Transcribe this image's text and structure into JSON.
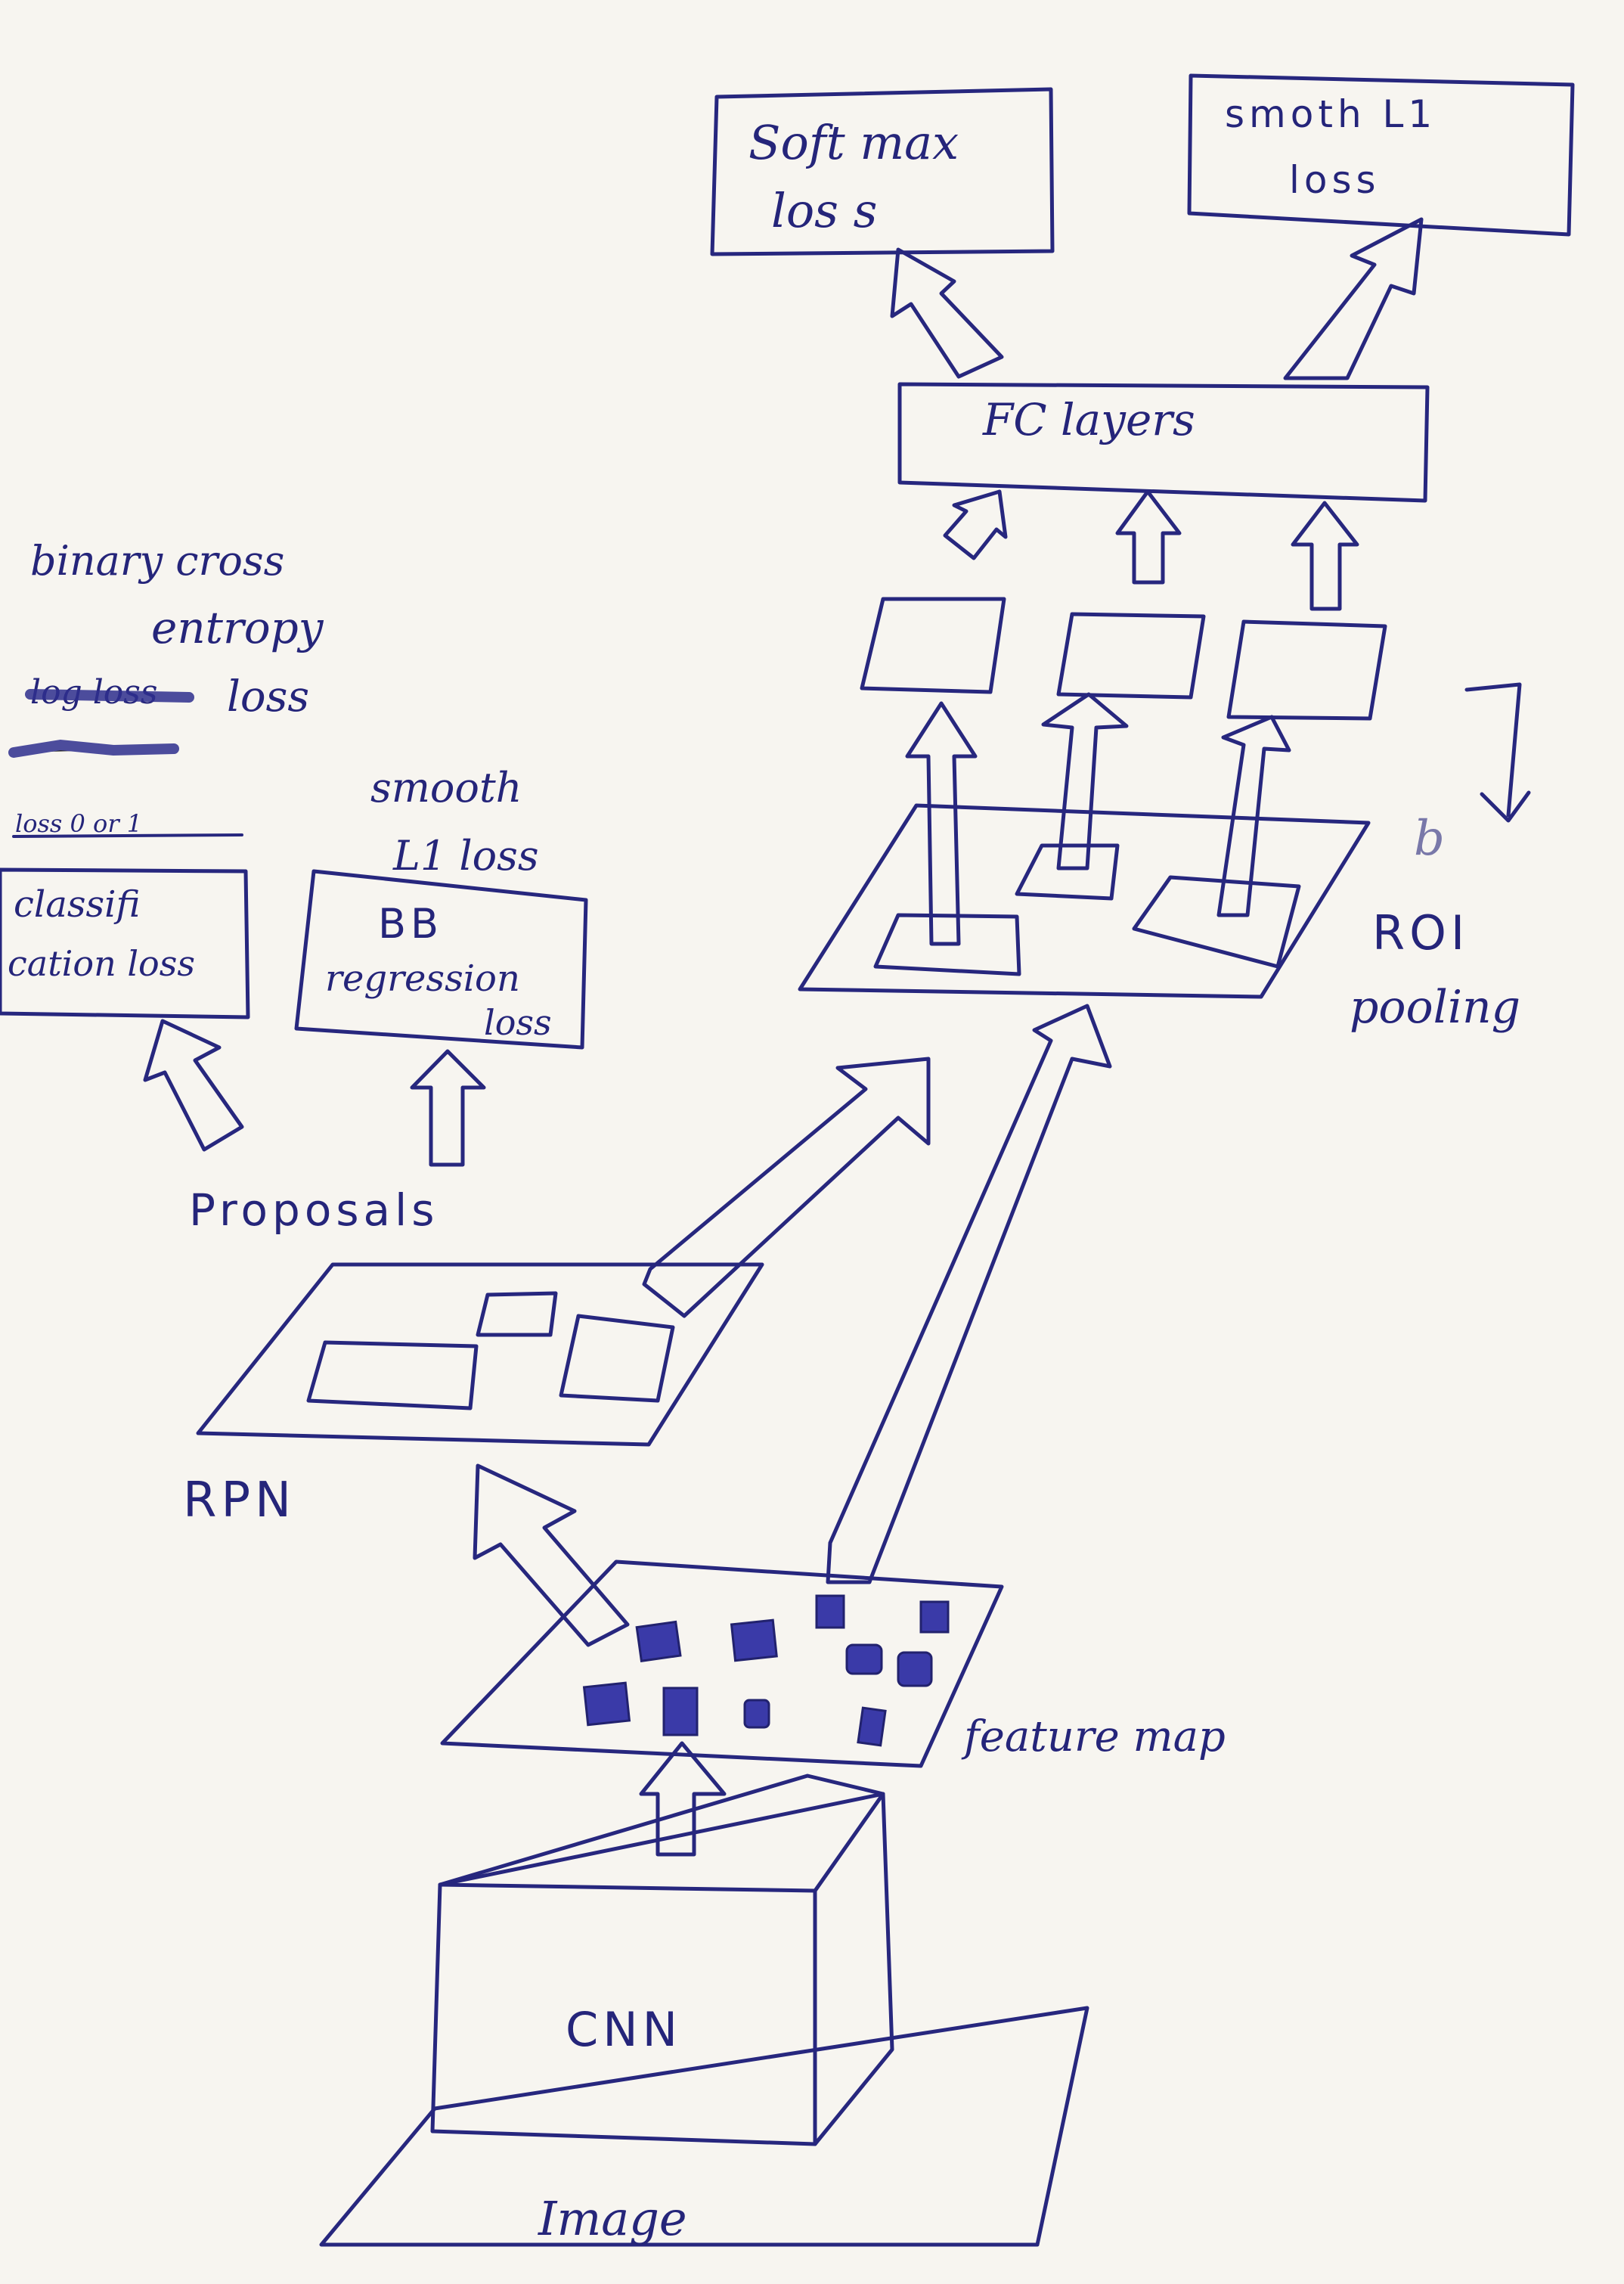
{
  "labels": {
    "softmax_loss_line1": "Soft max",
    "softmax_loss_line2": "los s",
    "smooth_l1_top_line1": "smoth L1",
    "smooth_l1_top_line2": "loss",
    "fc_layers": "FC layers",
    "roi_pooling_line1": "ROI",
    "roi_pooling_line2": "pooling",
    "binary_ce_line1": "binary cross",
    "binary_ce_line2": "entropy",
    "binary_ce_line3": "loss",
    "struck_word_1": "log loss",
    "struck_word_2": "loss 0 or 1",
    "smooth_l1_left_line1": "smooth",
    "smooth_l1_left_line2": "L1 loss",
    "classification_line1": "classifi",
    "classification_line2": "cation loss",
    "bb_regression_line1": "BB",
    "bb_regression_line2": "regression",
    "bb_regression_line3": "loss",
    "proposals": "Proposals",
    "rpn": "RPN",
    "feature_map": "feature map",
    "cnn": "CNN",
    "image": "Image",
    "roi_note": "b"
  },
  "colors": {
    "ink": "#27277e",
    "paper": "#f7f5f0",
    "fill": "#3a3aa8"
  }
}
